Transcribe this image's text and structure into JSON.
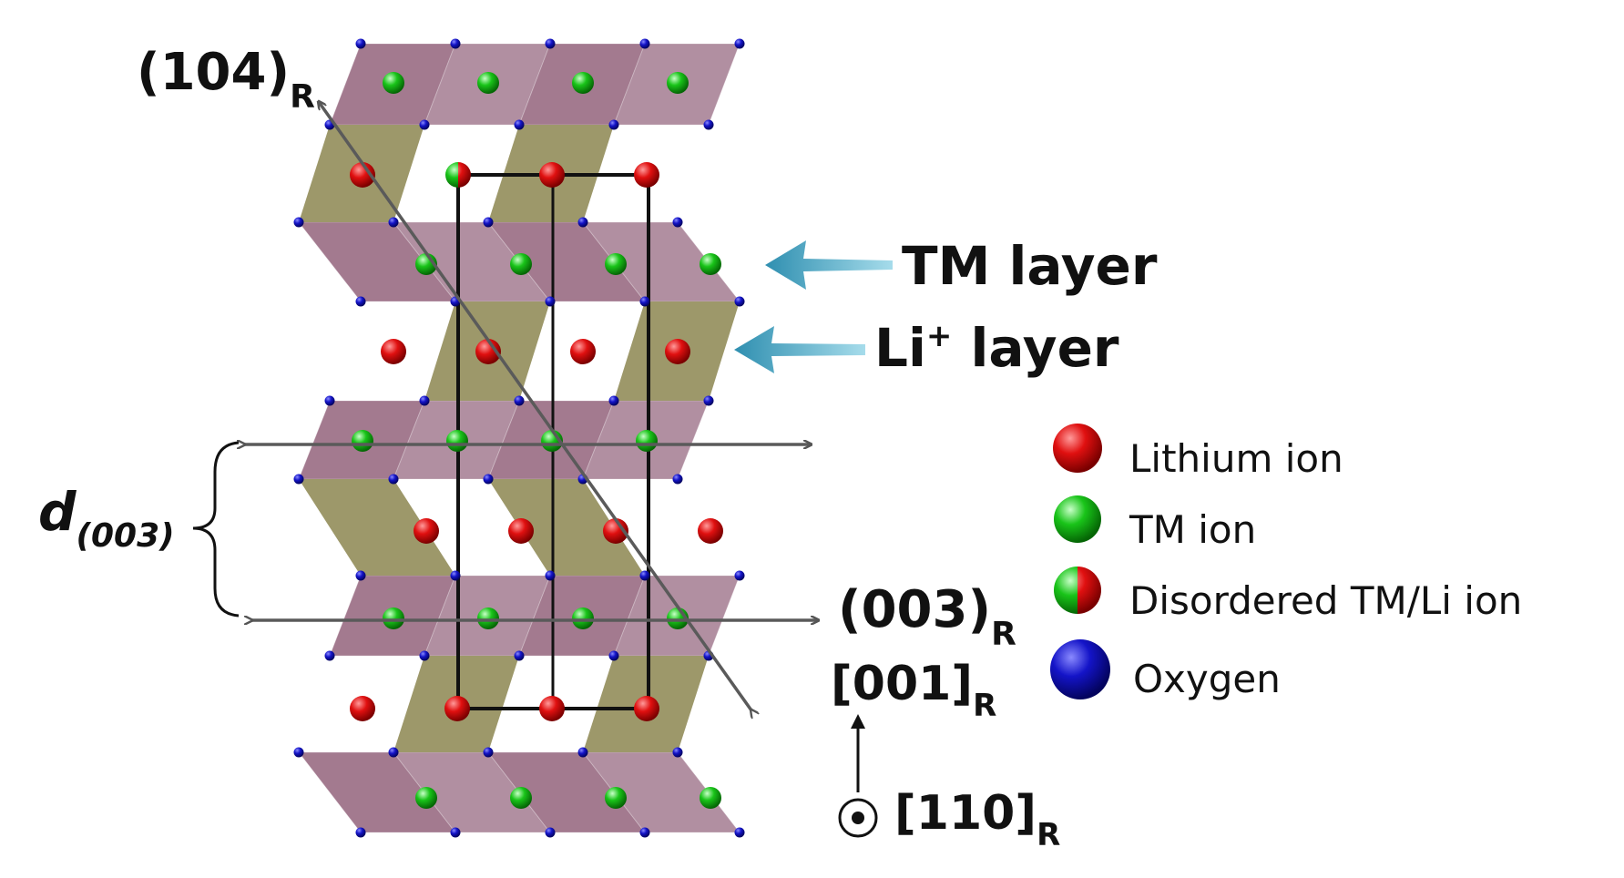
{
  "labels": {
    "plane_104": "(104)",
    "plane_003": "(003)",
    "subscript_r": "R",
    "tm_layer": "TM layer",
    "li_layer_prefix": "Li",
    "li_layer_sup": "+",
    "li_layer_suffix": " layer",
    "d_letter": "d",
    "d_index": "(003)",
    "dir_001": "[001]",
    "dir_110": "[110]"
  },
  "legend": {
    "items": [
      {
        "label": "Lithium ion",
        "kind": "lithium"
      },
      {
        "label": "TM ion",
        "kind": "tm"
      },
      {
        "label": "Disordered TM/Li ion",
        "kind": "disordered"
      },
      {
        "label": "Oxygen",
        "kind": "oxygen"
      }
    ]
  },
  "colors": {
    "tm_slab": "#9b6f86",
    "li_slab": "#8f8a55",
    "lithium": "#e01010",
    "tm": "#19c419",
    "oxygen": "#1010b8",
    "layer_arrow": "#5bb0c8",
    "line": "#5a5a5a"
  }
}
